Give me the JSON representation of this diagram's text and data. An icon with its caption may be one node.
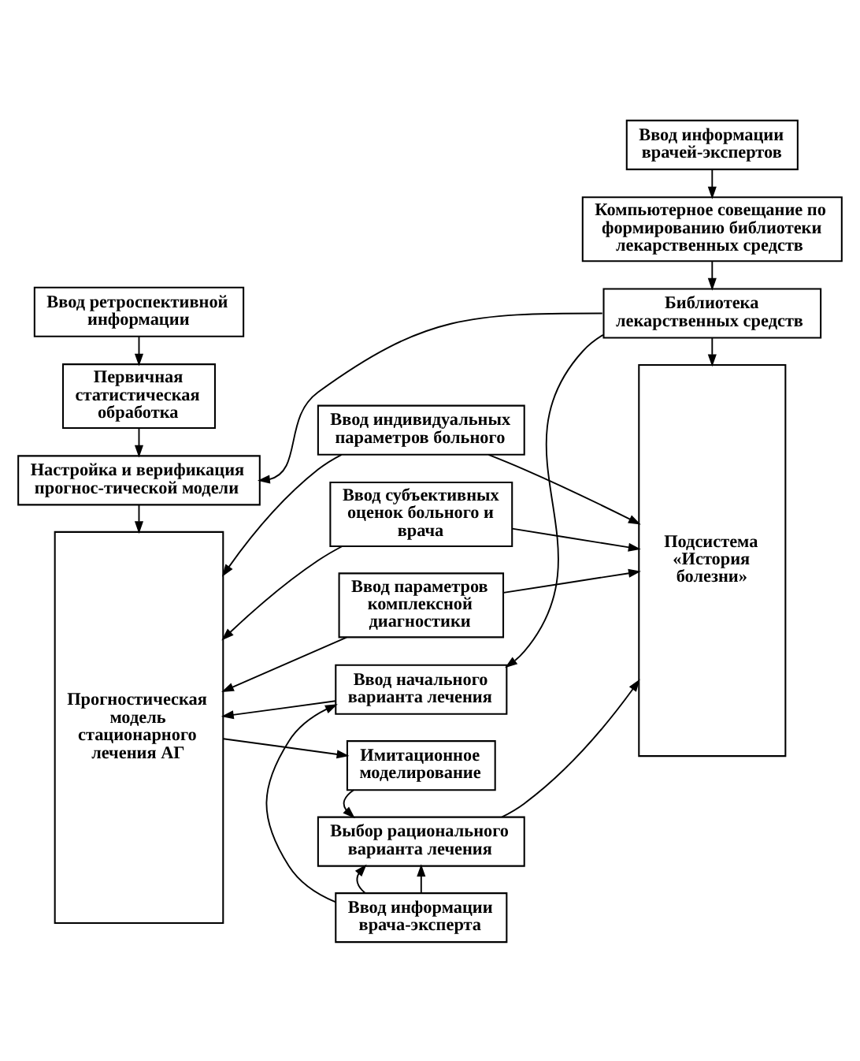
{
  "diagram": {
    "nodes": [
      {
        "text": [
          "Ввод ретроспективной информации"
        ]
      },
      {
        "text": [
          "Ввод информации врачей-экспертов"
        ]
      },
      {
        "text": [
          "Первичная статистическая обработка"
        ]
      },
      {
        "text": [
          "Компьютерное совещание по формированию библиотеки лекарственных средств"
        ]
      },
      {
        "text": [
          "Настройка и верификация прогнос-тической модели"
        ]
      },
      {
        "text": [
          "Библиотека лекарственных средств"
        ]
      },
      {
        "text": [
          "Прогностическая модель стационарного лечения АГ"
        ]
      },
      {
        "text": [
          "Ввод индивидуальных параметров больного"
        ]
      },
      {
        "text": [
          "Подсистема «История болезни»"
        ]
      },
      {
        "text": [
          "Ввод субъективных оценок больного и врача"
        ]
      },
      {
        "text": [
          "Ввод параметров комплексной диагностики"
        ]
      },
      {
        "text": [
          "Ввод начального варианта лечения"
        ]
      },
      {
        "text": [
          "Имитационное моделирование"
        ]
      },
      {
        "text": [
          "Выбор рационального варианта лечения"
        ]
      },
      {
        "text": [
          "Ввод информации врача-эксперта"
        ]
      }
    ],
    "edges": [
      {
        "from": 0,
        "to": 2,
        "arrow": "to"
      },
      {
        "from": 2,
        "to": 4,
        "arrow": "to"
      },
      {
        "from": 1,
        "to": 3,
        "arrow": "to"
      },
      {
        "from": 3,
        "to": 5,
        "arrow": "to"
      },
      {
        "from": 5,
        "to": 4,
        "arrow": "to"
      },
      {
        "from": 4,
        "to": 6,
        "arrow": "to"
      },
      {
        "from": 5,
        "to": 8,
        "arrow": "to"
      },
      {
        "from": 5,
        "to": 11,
        "arrow": "to"
      },
      {
        "from": 7,
        "to": 6,
        "arrow": "to"
      },
      {
        "from": 7,
        "to": 8,
        "arrow": "to"
      },
      {
        "from": 9,
        "to": 6,
        "arrow": "to"
      },
      {
        "from": 9,
        "to": 8,
        "arrow": "to"
      },
      {
        "from": 10,
        "to": 6,
        "arrow": "to"
      },
      {
        "from": 10,
        "to": 8,
        "arrow": "to"
      },
      {
        "from": 11,
        "to": 6,
        "arrow": "to"
      },
      {
        "from": 6,
        "to": 12,
        "arrow": "to"
      },
      {
        "from": 12,
        "to": 13,
        "arrow": "to"
      },
      {
        "from": 13,
        "to": 8,
        "arrow": "to"
      },
      {
        "from": 14,
        "to": 13,
        "arrow": "to"
      },
      {
        "from": 14,
        "to": 11,
        "arrow": "to"
      },
      {
        "from": 14,
        "to": 13,
        "arrow": "to"
      }
    ]
  }
}
